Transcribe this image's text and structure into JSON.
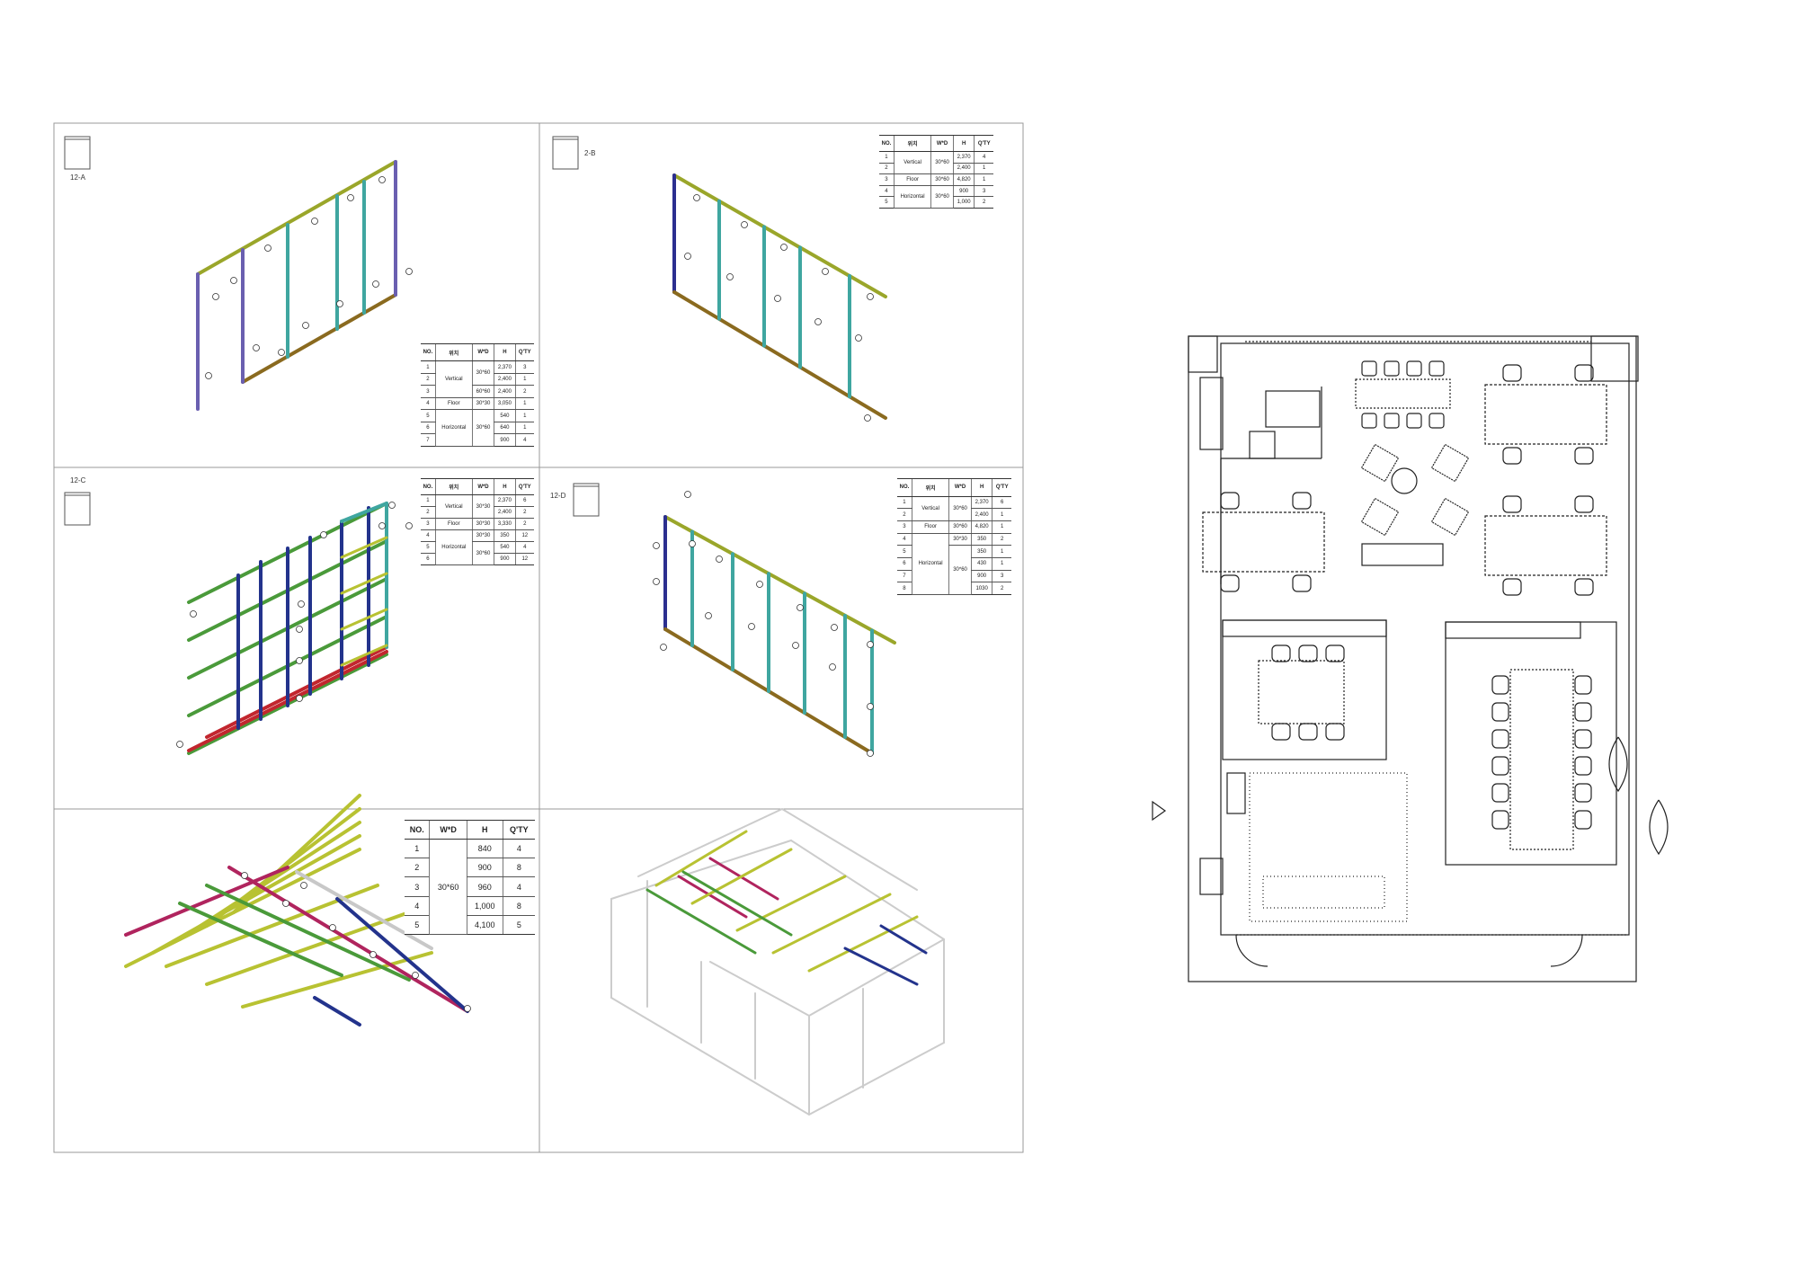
{
  "section_markers": [
    "12-A",
    "2-B",
    "12-C",
    "12-D"
  ],
  "tables": [
    {
      "headers": [
        "NO.",
        "위치",
        "W*D",
        "H",
        "Q'TY"
      ],
      "rows": [
        [
          "1",
          "Vertical",
          "30*60",
          "2,370",
          "3"
        ],
        [
          "2",
          null,
          null,
          "2,400",
          "1"
        ],
        [
          "3",
          null,
          "60*60",
          "2,400",
          "2"
        ],
        [
          "4",
          "Floor",
          "30*30",
          "3,050",
          "1"
        ],
        [
          "5",
          "Horizontal",
          "30*60",
          "540",
          "1"
        ],
        [
          "6",
          null,
          null,
          "640",
          "1"
        ],
        [
          "7",
          null,
          null,
          "900",
          "4"
        ]
      ]
    },
    {
      "headers": [
        "NO.",
        "위치",
        "W*D",
        "H",
        "Q'TY"
      ],
      "rows": [
        [
          "1",
          "Vertical",
          "30*60",
          "2,370",
          "4"
        ],
        [
          "2",
          null,
          null,
          "2,400",
          "1"
        ],
        [
          "3",
          "Floor",
          "30*60",
          "4,820",
          "1"
        ],
        [
          "4",
          "Horizontal",
          "30*60",
          "900",
          "3"
        ],
        [
          "5",
          null,
          null,
          "1,000",
          "2"
        ]
      ]
    },
    {
      "headers": [
        "NO.",
        "위치",
        "W*D",
        "H",
        "Q'TY"
      ],
      "rows": [
        [
          "1",
          "Vertical",
          "30*30",
          "2,370",
          "6"
        ],
        [
          "2",
          null,
          null,
          "2,400",
          "2"
        ],
        [
          "3",
          "Floor",
          "30*30",
          "3,330",
          "2"
        ],
        [
          "4",
          "Horizontal",
          "30*30",
          "350",
          "12"
        ],
        [
          "5",
          null,
          "30*60",
          "540",
          "4"
        ],
        [
          "6",
          null,
          null,
          "900",
          "12"
        ]
      ]
    },
    {
      "headers": [
        "NO.",
        "위치",
        "W*D",
        "H",
        "Q'TY"
      ],
      "rows": [
        [
          "1",
          "Vertical",
          "30*60",
          "2,370",
          "6"
        ],
        [
          "2",
          null,
          null,
          "2,400",
          "1"
        ],
        [
          "3",
          "Floor",
          "30*60",
          "4,820",
          "1"
        ],
        [
          "4",
          "Horizontal",
          "30*30",
          "350",
          "2"
        ],
        [
          "5",
          null,
          "30*60",
          "350",
          "1"
        ],
        [
          "6",
          null,
          null,
          "430",
          "1"
        ],
        [
          "7",
          null,
          null,
          "900",
          "3"
        ],
        [
          "8",
          null,
          null,
          "1030",
          "2"
        ]
      ]
    },
    {
      "headers": [
        "NO.",
        "W*D",
        "H",
        "Q'TY"
      ],
      "rows": [
        [
          "1",
          "30*60",
          "840",
          "4"
        ],
        [
          "2",
          null,
          "900",
          "8"
        ],
        [
          "3",
          null,
          "960",
          "4"
        ],
        [
          "4",
          null,
          "1,000",
          "8"
        ],
        [
          "5",
          null,
          "4,100",
          "5"
        ]
      ]
    }
  ],
  "colors": {
    "vertical": "#3fa6a0",
    "vertical_alt": "#2c2f8f",
    "top_rail": "#9aa62a",
    "floor": "#8a6a1f",
    "horizontal": "#4a9a3a",
    "red": "#c2262e",
    "magenta": "#b0245e",
    "lime": "#b8c232",
    "navy": "#23338c",
    "gray": "#c8c8c8",
    "purple": "#6a5fb0"
  }
}
